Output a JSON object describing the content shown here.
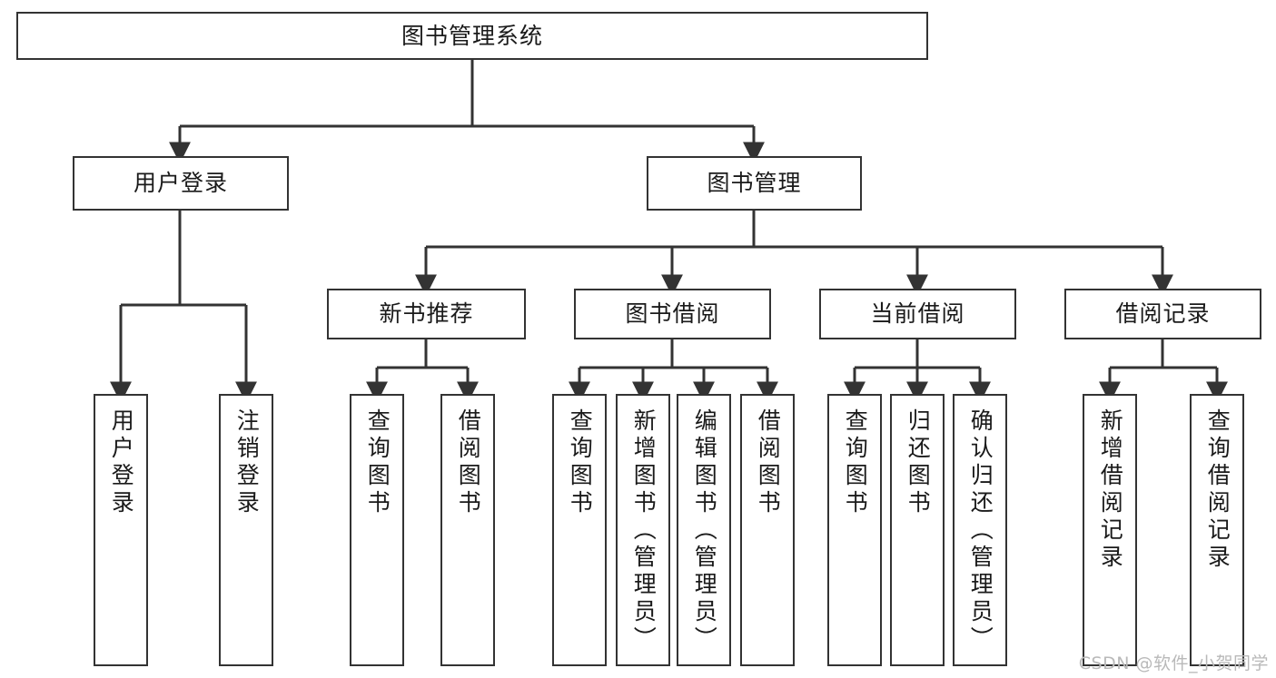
{
  "diagram": {
    "title": "图书管理系统",
    "type": "tree-hierarchy",
    "watermark": "CSDN @软件_小贺同学",
    "colors": {
      "box_border": "#333333",
      "box_fill": "#ffffff",
      "edge": "#333333",
      "text": "#1a1a1a",
      "watermark": "#b9b9b9",
      "background": "#ffffff"
    }
  },
  "nodes": {
    "root": {
      "label": "图书管理系统"
    },
    "level1": [
      {
        "id": "user-login",
        "label": "用户登录"
      },
      {
        "id": "book-management",
        "label": "图书管理"
      }
    ],
    "level2": [
      {
        "id": "new-book-recommend",
        "label": "新书推荐"
      },
      {
        "id": "book-borrow",
        "label": "图书借阅"
      },
      {
        "id": "current-borrow",
        "label": "当前借阅"
      },
      {
        "id": "borrow-record",
        "label": "借阅记录"
      }
    ],
    "leaves": {
      "user_login": [
        {
          "id": "leaf-user-login",
          "label": "用户登录"
        },
        {
          "id": "leaf-logout-login",
          "label": "注销登录"
        }
      ],
      "new_book_recommend": [
        {
          "id": "leaf-query-book-1",
          "label": "查询图书"
        },
        {
          "id": "leaf-borrow-book-1",
          "label": "借阅图书"
        }
      ],
      "book_borrow": [
        {
          "id": "leaf-query-book-2",
          "label": "查询图书"
        },
        {
          "id": "leaf-add-book",
          "label": "新增图书（管理员）"
        },
        {
          "id": "leaf-edit-book",
          "label": "编辑图书（管理员）"
        },
        {
          "id": "leaf-borrow-book-2",
          "label": "借阅图书"
        }
      ],
      "current_borrow": [
        {
          "id": "leaf-query-book-3",
          "label": "查询图书"
        },
        {
          "id": "leaf-return-book",
          "label": "归还图书"
        },
        {
          "id": "leaf-confirm-return",
          "label": "确认归还（管理员）"
        }
      ],
      "borrow_record": [
        {
          "id": "leaf-add-record",
          "label": "新增借阅记录"
        },
        {
          "id": "leaf-query-record",
          "label": "查询借阅记录"
        }
      ]
    }
  }
}
